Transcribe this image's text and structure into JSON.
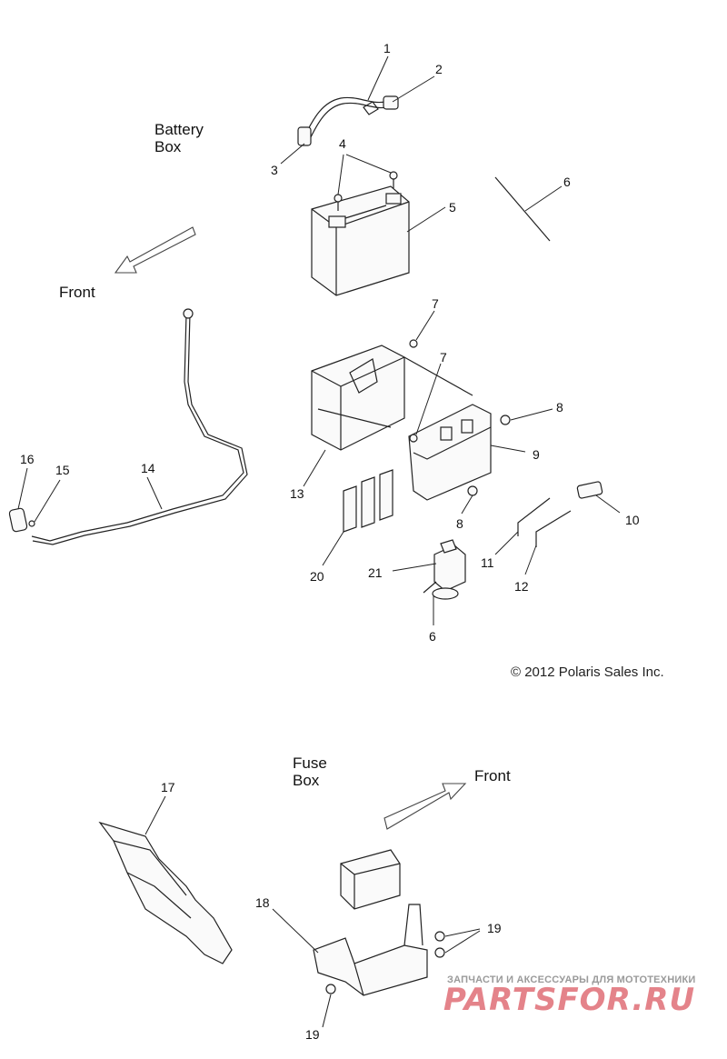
{
  "sections": {
    "battery_box": "Battery\nBox",
    "fuse_box": "Fuse\nBox"
  },
  "front_labels": [
    "Front",
    "Front"
  ],
  "copyright": "© 2012 Polaris Sales Inc.",
  "callouts": [
    "1",
    "2",
    "3",
    "4",
    "5",
    "6",
    "7",
    "7",
    "8",
    "8",
    "9",
    "10",
    "11",
    "12",
    "13",
    "14",
    "15",
    "16",
    "17",
    "18",
    "19",
    "19",
    "20",
    "21",
    "6"
  ],
  "watermark": {
    "tagline": "ЗАПЧАСТИ И АКСЕССУАРЫ ДЛЯ МОТОТЕХНИКИ",
    "brand": "PARTSFOR.RU"
  }
}
